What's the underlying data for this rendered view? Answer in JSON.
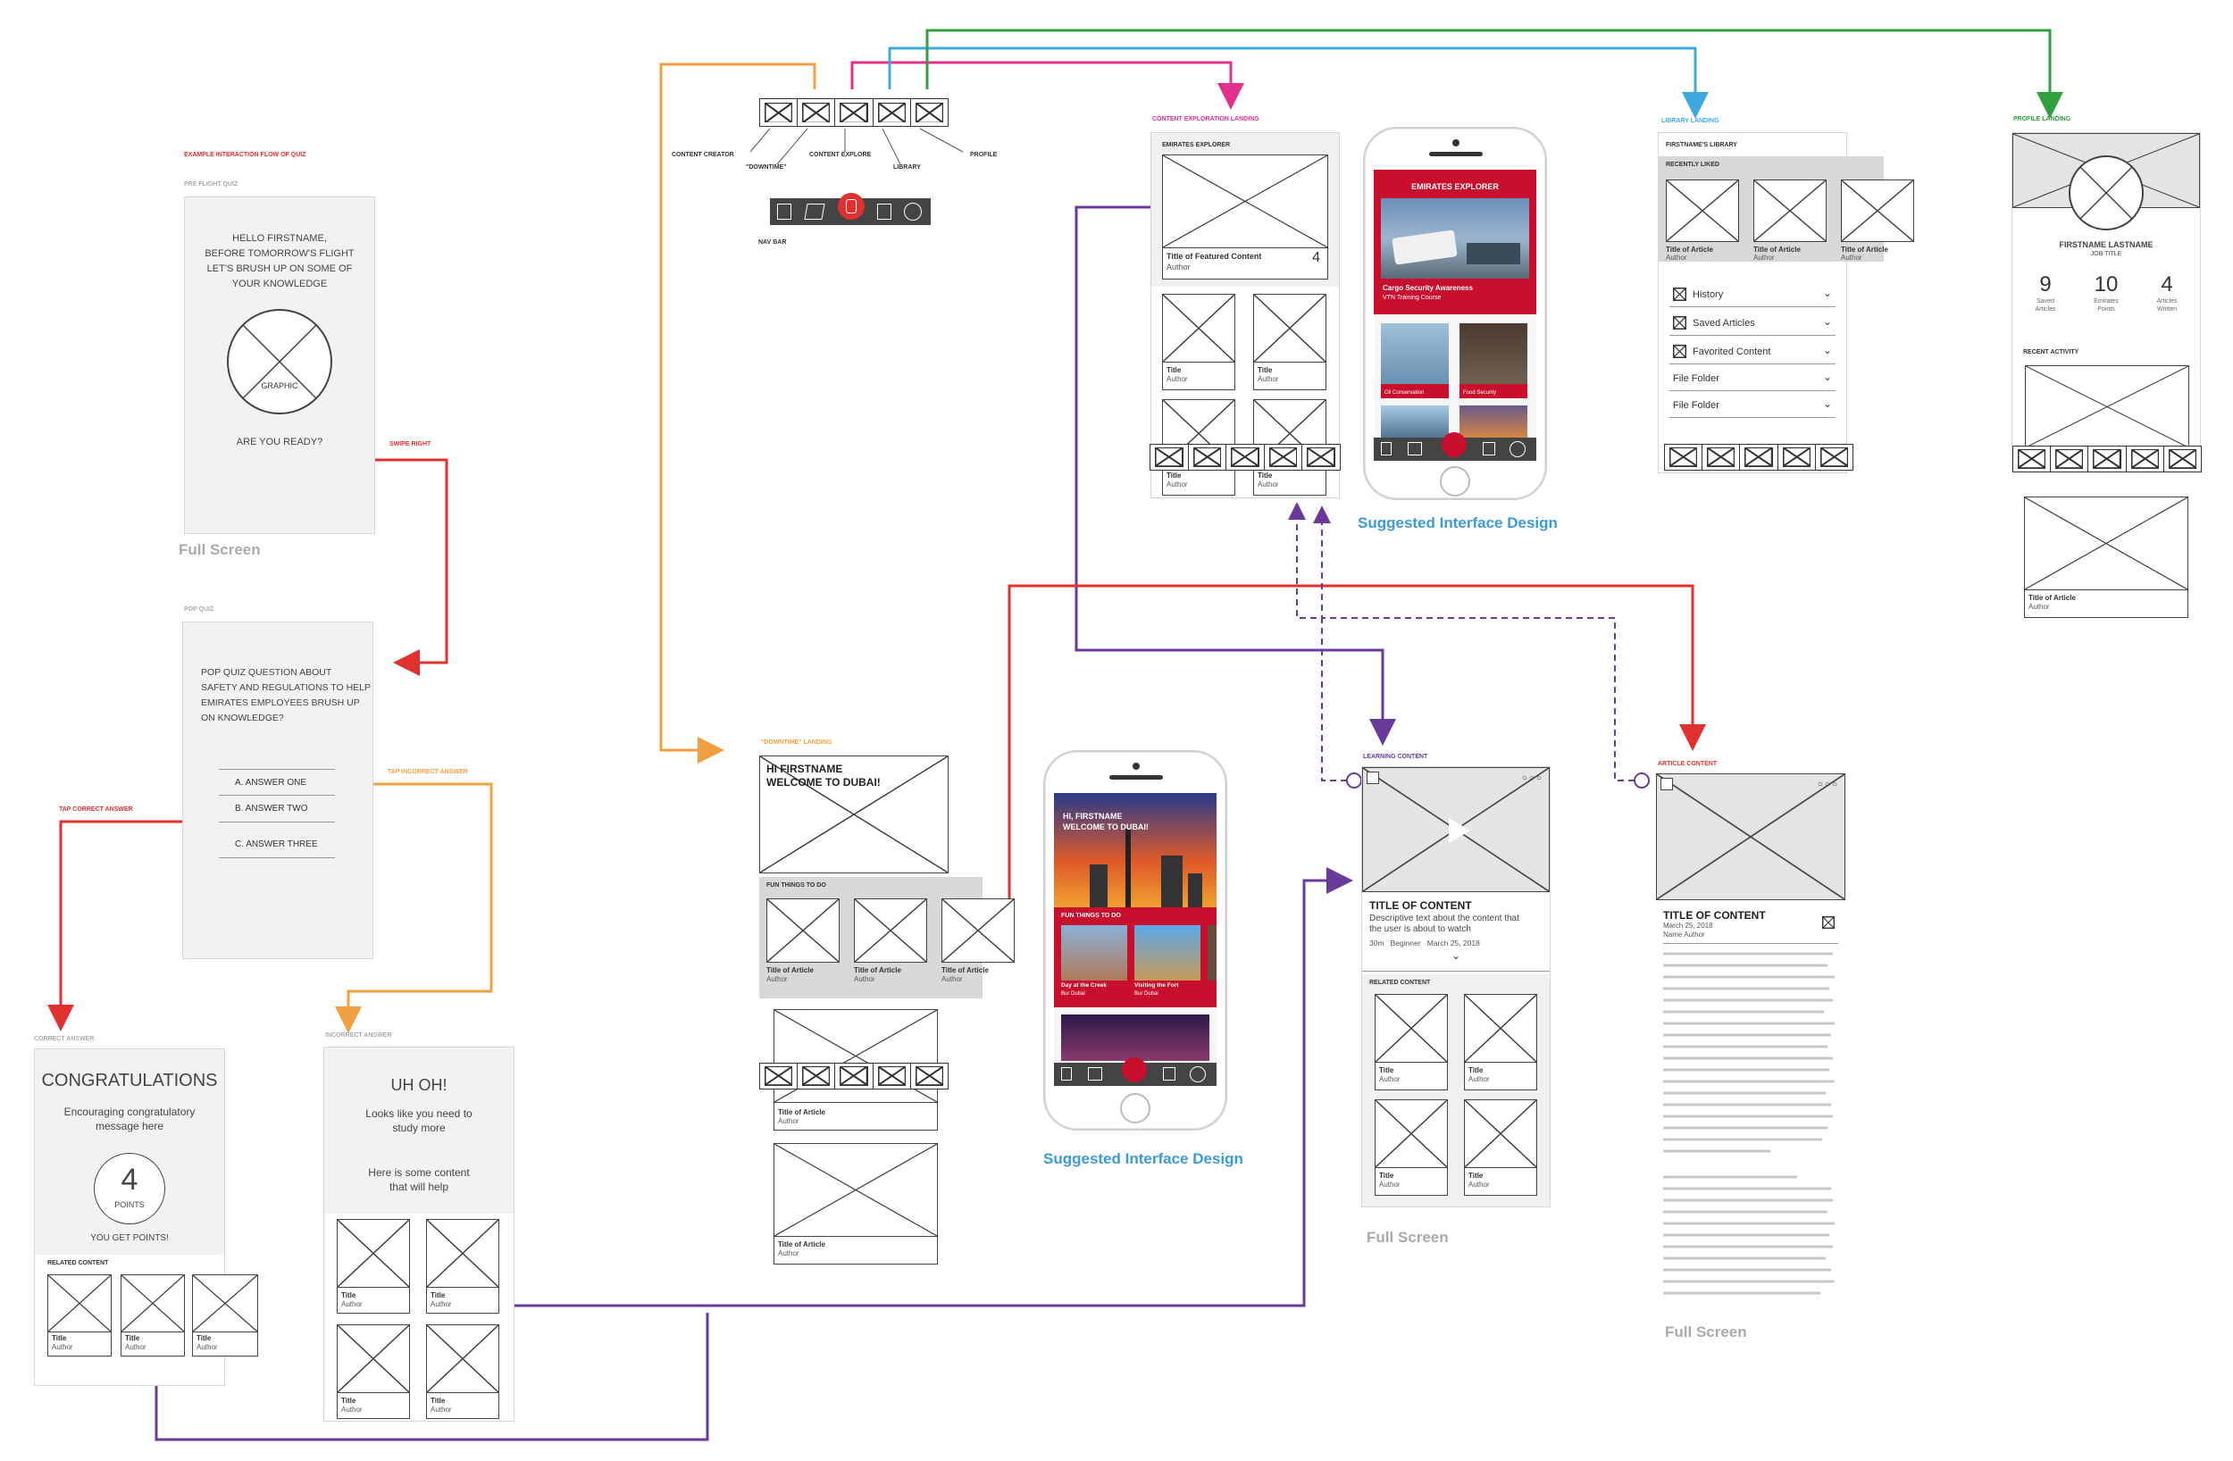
{
  "diagram_title": "Example Interaction Flow of Quiz",
  "nav": {
    "labels": [
      "CONTENT CREATOR",
      "\"DOWNTIME\"",
      "CONTENT EXPLORE",
      "LIBRARY",
      "PROFILE"
    ],
    "nav_bar_label": "NAV BAR"
  },
  "preflight": {
    "section": "PRE FLIGHT QUIZ",
    "greeting": [
      "HELLO FIRSTNAME,",
      "BEFORE TOMORROW'S FLIGHT",
      "LET'S BRUSH UP ON SOME OF",
      "YOUR KNOWLEDGE"
    ],
    "graphic": "GRAPHIC",
    "ready": "ARE YOU READY?",
    "caption": "Full Screen",
    "swipe": "SWIPE RIGHT"
  },
  "popquiz": {
    "section": "POP QUIZ",
    "question": [
      "POP QUIZ QUESTION ABOUT",
      "SAFETY AND REGULATIONS TO HELP",
      "EMIRATES EMPLOYEES BRUSH UP",
      "ON KNOWLEDGE?"
    ],
    "answers": [
      "A.  ANSWER ONE",
      "B.  ANSWER TWO",
      "C.  ANSWER THREE"
    ],
    "tap_correct": "TAP CORRECT ANSWER",
    "tap_incorrect": "TAP INCORRECT ANSWER"
  },
  "correct": {
    "section": "CORRECT ANSWER",
    "title": "CONGRATULATIONS",
    "msg": [
      "Encouraging congratulatory",
      "message here"
    ],
    "points_num": "4",
    "points_word": "POINTS",
    "you_get": "YOU GET POINTS!",
    "related": "RELATED CONTENT",
    "card_title": "Title",
    "card_author": "Author"
  },
  "incorrect": {
    "section": "INCORRECT ANSWER",
    "title": "UH OH!",
    "msg": [
      "Looks like you need to",
      "study more"
    ],
    "msg2": [
      "Here is some content",
      "that will help"
    ],
    "card_title": "Title",
    "card_author": "Author"
  },
  "explore": {
    "section": "CONTENT EXPLORATION LANDING",
    "header": "EMIRATES EXPLORER",
    "featured_title": "Title of Featured Content",
    "featured_author": "Author",
    "featured_count": "4",
    "card_title": "Title",
    "card_author": "Author"
  },
  "phone1": {
    "header": "EMIRATES EXPLORER",
    "feature_title": "Cargo Security Awareness",
    "feature_sub": "VTN Training Course",
    "thumb1": "Oil Conservation",
    "thumb2": "Food Security"
  },
  "suggested": "Suggested Interface Design",
  "library": {
    "section": "LIBRARY LANDING",
    "header": "FIRSTNAME'S LIBRARY",
    "recent": "RECENTLY LIKED",
    "card_title": "Title of Article",
    "card_author": "Author",
    "menu": [
      "History",
      "Saved Articles",
      "Favorited Content",
      "File Folder",
      "File Folder"
    ]
  },
  "profile": {
    "section": "PROFILE LANDING",
    "name": "FIRSTNAME LASTNAME",
    "job": "JOB TITLE",
    "stats": [
      {
        "num": "9",
        "label": "Saved Articles"
      },
      {
        "num": "10",
        "label": "Emirates Points"
      },
      {
        "num": "4",
        "label": "Articles Written"
      }
    ],
    "recent": "RECENT ACTIVITY",
    "card_title": "Title of Article",
    "card_author": "Author"
  },
  "downtime": {
    "section": "\"DOWNTIME\" LANDING",
    "hero": [
      "HI FIRSTNAME",
      "WELCOME TO DUBAI!"
    ],
    "fun": "FUN THINGS TO DO",
    "card_title": "Title of Article",
    "card_author": "Author"
  },
  "phone2": {
    "hero": [
      "HI, FIRSTNAME",
      "WELCOME TO DUBAI!"
    ],
    "fun": "FUN THINGS TO DO",
    "item1": "Day at the Creek",
    "item1_sub": "Bur Dubai",
    "item2": "Visiting the Fort",
    "item2_sub": "Bur Dubai"
  },
  "learning": {
    "section": "LEARNING CONTENT",
    "title": "TITLE OF CONTENT",
    "desc": [
      "Descriptive text about the content that",
      "the user is about to watch"
    ],
    "meta": "30m   Beginner   March 25, 2018",
    "related": "RELATED CONTENT",
    "card_title": "Title",
    "card_author": "Author",
    "caption": "Full Screen"
  },
  "article": {
    "section": "ARTICLE CONTENT",
    "title": "TITLE OF CONTENT",
    "date": "March 25, 2018",
    "author": "Name Author",
    "caption": "Full Screen"
  },
  "colors": {
    "red": "#e03030",
    "orange": "#f0a040",
    "magenta": "#e0308c",
    "blue": "#40a8e0",
    "green": "#30a040",
    "purple": "#6a3a9a",
    "emirates_red": "#c8102e"
  }
}
